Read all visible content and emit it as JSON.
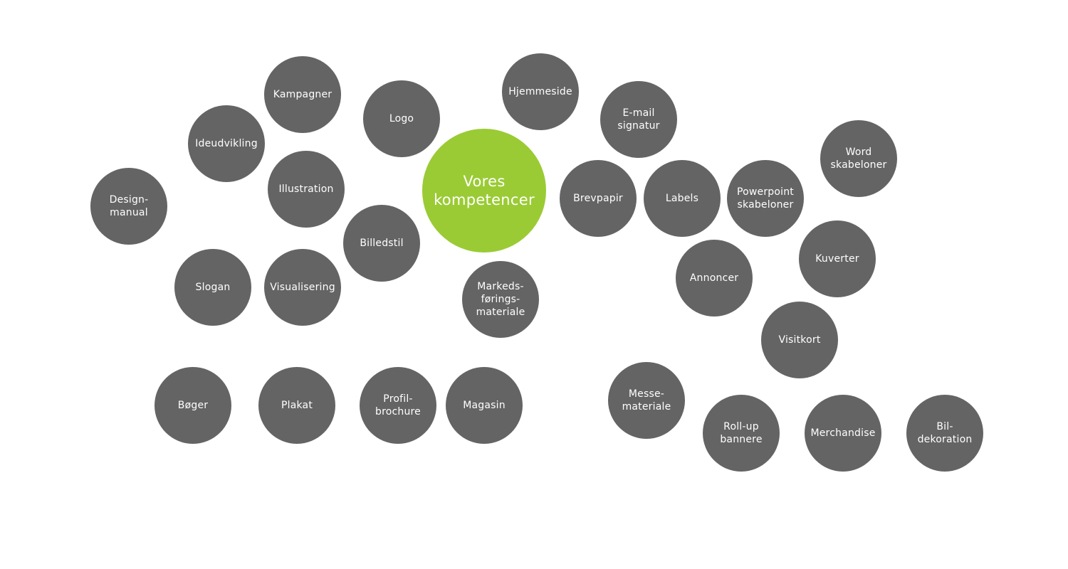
{
  "colors": {
    "bubble": "#646464",
    "center": "#9acb34",
    "text": "#ffffff",
    "background": "#ffffff"
  },
  "center": {
    "label": "Vores\nkompetencer"
  },
  "bubbles": [
    {
      "id": "kampagner",
      "label": "Kampagner"
    },
    {
      "id": "logo",
      "label": "Logo"
    },
    {
      "id": "hjemmeside",
      "label": "Hjemmeside"
    },
    {
      "id": "email-signatur",
      "label": "E-mail\nsignatur"
    },
    {
      "id": "ideudvikling",
      "label": "Ideudvikling"
    },
    {
      "id": "word-skabeloner",
      "label": "Word\nskabeloner"
    },
    {
      "id": "illustration",
      "label": "Illustration"
    },
    {
      "id": "design-manual",
      "label": "Design-\nmanual"
    },
    {
      "id": "brevpapir",
      "label": "Brevpapir"
    },
    {
      "id": "labels",
      "label": "Labels"
    },
    {
      "id": "powerpoint-skabeloner",
      "label": "Powerpoint\nskabeloner"
    },
    {
      "id": "billedstil",
      "label": "Billedstil"
    },
    {
      "id": "kuverter",
      "label": "Kuverter"
    },
    {
      "id": "annoncer",
      "label": "Annoncer"
    },
    {
      "id": "slogan",
      "label": "Slogan"
    },
    {
      "id": "visualisering",
      "label": "Visualisering"
    },
    {
      "id": "markedsforingsmateriale",
      "label": "Markeds-\nførings-\nmateriale"
    },
    {
      "id": "visitkort",
      "label": "Visitkort"
    },
    {
      "id": "messemateriale",
      "label": "Messe-\nmateriale"
    },
    {
      "id": "boger",
      "label": "Bøger"
    },
    {
      "id": "plakat",
      "label": "Plakat"
    },
    {
      "id": "profilbrochure",
      "label": "Profil-\nbrochure"
    },
    {
      "id": "magasin",
      "label": "Magasin"
    },
    {
      "id": "rollup-bannere",
      "label": "Roll-up\nbannere"
    },
    {
      "id": "merchandise",
      "label": "Merchandise"
    },
    {
      "id": "bildekoration",
      "label": "Bil-\ndekoration"
    }
  ]
}
